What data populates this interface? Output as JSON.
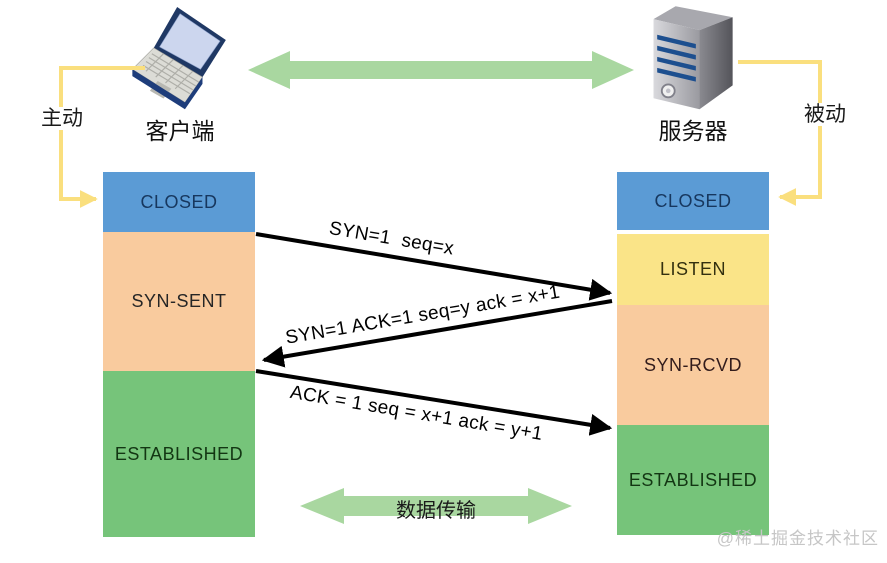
{
  "actors": {
    "client": {
      "label": "客户端"
    },
    "server": {
      "label": "服务器"
    }
  },
  "connectors": {
    "active_label": "主动",
    "passive_label": "被动"
  },
  "client_states": [
    {
      "name": "CLOSED",
      "color": "#5b9bd5",
      "text_color": "#17375e"
    },
    {
      "name": "SYN-SENT",
      "color": "#f9cb9e",
      "text_color": "#262626"
    },
    {
      "name": "ESTABLISHED",
      "color": "#76c47a",
      "text_color": "#133613"
    }
  ],
  "server_states": [
    {
      "name": "CLOSED",
      "color": "#5b9bd5",
      "text_color": "#17375e"
    },
    {
      "name": "LISTEN",
      "color": "#fae488",
      "text_color": "#33300f"
    },
    {
      "name": "SYN-RCVD",
      "color": "#f9cb9e",
      "text_color": "#321c1c"
    },
    {
      "name": "ESTABLISHED",
      "color": "#76c47a",
      "text_color": "#133613"
    }
  ],
  "messages": [
    {
      "label": "SYN=1  seq=x",
      "from": "client",
      "to": "server"
    },
    {
      "label": "SYN=1 ACK=1 seq=y ack = x+1",
      "from": "server",
      "to": "client"
    },
    {
      "label": "ACK = 1 seq = x+1 ack = y+1",
      "from": "client",
      "to": "server"
    }
  ],
  "data_transfer": {
    "label": "数据传输"
  },
  "watermark": "@稀土掘金技术社区",
  "colors": {
    "connector_yellow": "#fadf7e",
    "link_green": "#a9d7a0",
    "message_arrow": "#000000"
  }
}
